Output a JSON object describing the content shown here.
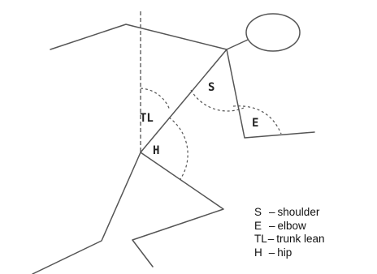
{
  "angle_labels": {
    "shoulder": "S",
    "elbow": "E",
    "trunk_lean": "TL",
    "hip": "H"
  },
  "legend": [
    {
      "code": "S",
      "sep": "–",
      "meaning": "shoulder"
    },
    {
      "code": "E",
      "sep": "–",
      "meaning": "elbow"
    },
    {
      "code": "TL",
      "sep": "–",
      "meaning": "trunk lean"
    },
    {
      "code": "H",
      "sep": "–",
      "meaning": "hip"
    }
  ],
  "colors": {
    "stroke": "#555555",
    "text": "#111111",
    "background": "#ffffff"
  }
}
